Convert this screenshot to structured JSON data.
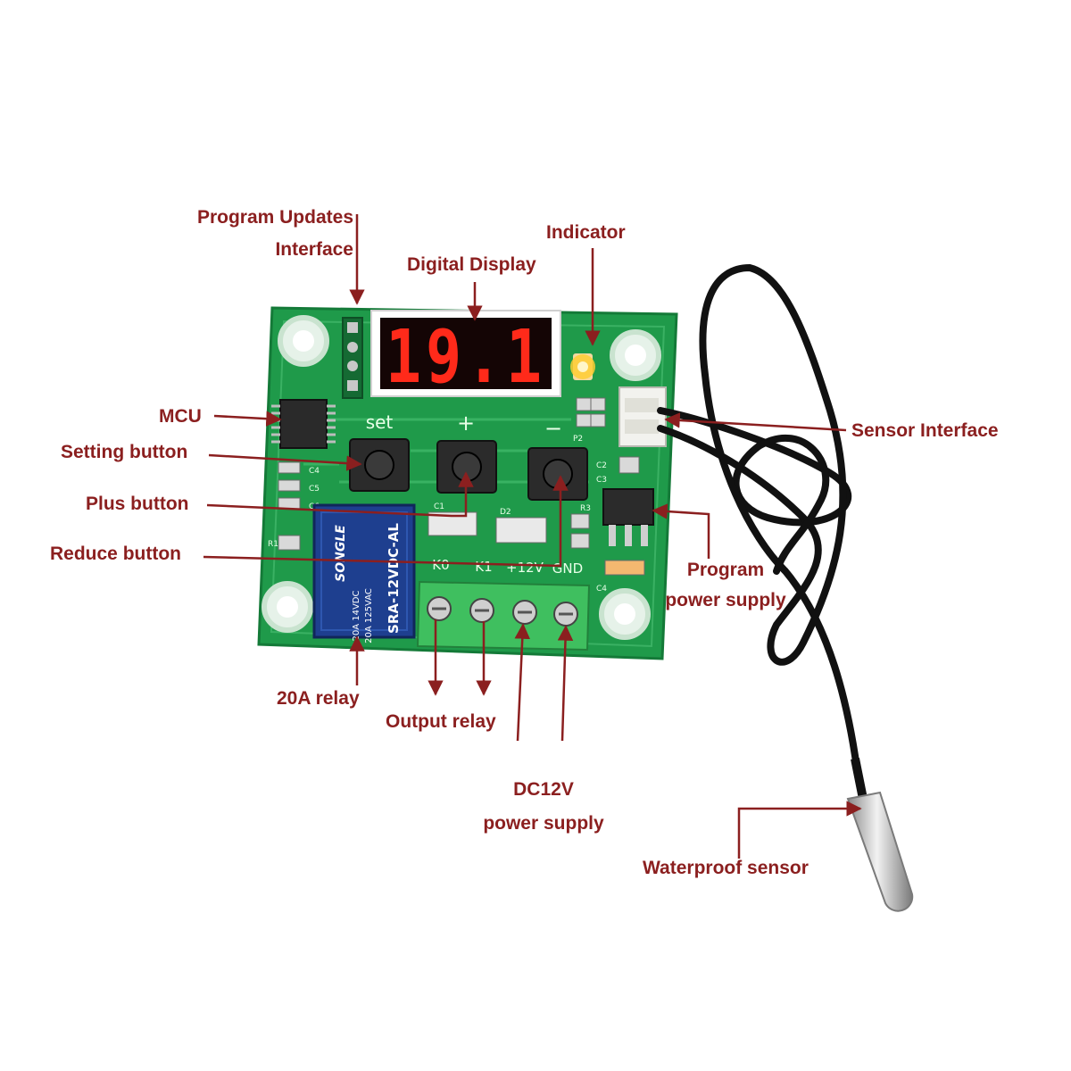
{
  "labels": {
    "program_updates_1": "Program Updates",
    "program_updates_2": "Interface",
    "digital_display": "Digital Display",
    "indicator": "Indicator",
    "mcu": "MCU",
    "sensor_interface": "Sensor Interface",
    "setting_button": "Setting button",
    "plus_button": "Plus button",
    "reduce_button": "Reduce button",
    "program_power_1": "Program",
    "program_power_2": "power supply",
    "relay_20a": "20A relay",
    "output_relay": "Output relay",
    "dc12v_1": "DC12V",
    "dc12v_2": "power supply",
    "waterproof_sensor": "Waterproof sensor"
  },
  "board": {
    "display_value": "19.1",
    "button_labels": [
      "set",
      "+",
      "−"
    ],
    "terminal_labels": [
      "K0",
      "K1",
      "+12V",
      "GND"
    ],
    "relay_text_1": "SRA-12VDC-AL",
    "relay_text_2": "20A 14VDC",
    "relay_text_3": "20A 125VAC",
    "relay_brand": "SONGLE",
    "component_labels": [
      "C4",
      "C5",
      "C6",
      "R1",
      "C1",
      "D2",
      "C2",
      "C3",
      "R3",
      "P2",
      "C4"
    ]
  },
  "colors": {
    "label": "#8b1f1f",
    "pcb": "#1f9a4a",
    "display_digit": "#ff2a1a",
    "indicator_led": "#ffcc33",
    "relay": "#1e3f8f",
    "terminal": "#3fbf5f"
  }
}
